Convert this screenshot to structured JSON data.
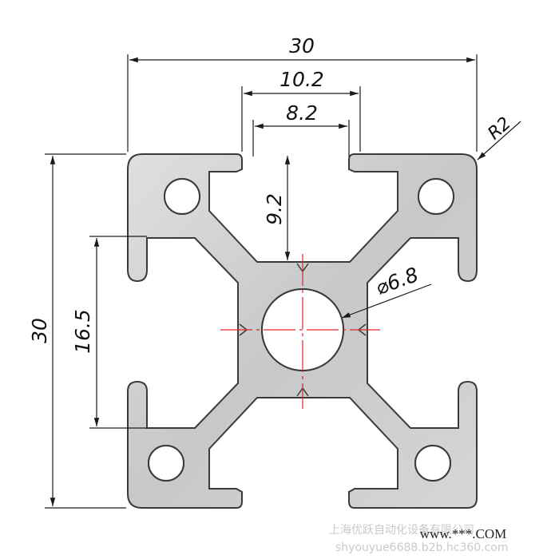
{
  "dimensions": {
    "overall_width": "30",
    "overall_height": "30",
    "slot_outer_width": "10.2",
    "slot_opening_width": "8.2",
    "slot_depth": "9.2",
    "slot_spacing": "16.5",
    "corner_radius": "R2",
    "center_hole_diameter": "⌀6.8"
  },
  "watermark": {
    "company": "上海优跃自动化设备有限公司",
    "website": "shyouyue6688.b2b.hc360.com",
    "badge": "www.***.COM"
  },
  "colors": {
    "profile_fill": "#c9cbcd",
    "profile_outline": "#3a3a3a",
    "centerline": "#e0242a",
    "dimension_line": "#1a1a1a"
  }
}
